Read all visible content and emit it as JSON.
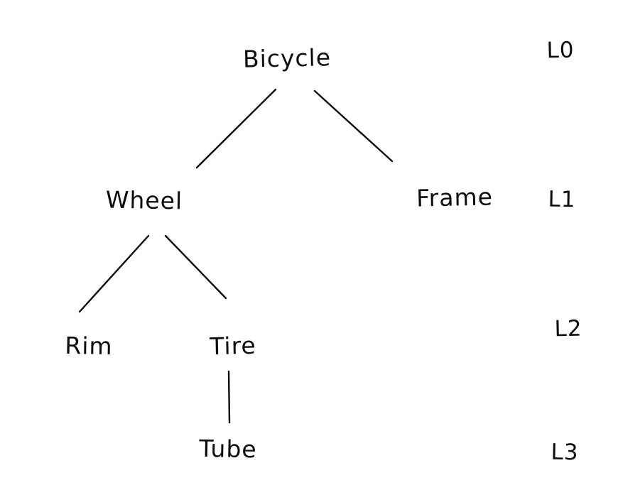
{
  "diagram": {
    "type": "tree",
    "background_color": "#ffffff",
    "stroke_color": "#0d0d0d",
    "nodes": {
      "bicycle": {
        "label": "Bicycle",
        "level": "L0",
        "parent": null
      },
      "wheel": {
        "label": "Wheel",
        "level": "L1",
        "parent": "Bicycle"
      },
      "frame": {
        "label": "Frame",
        "level": "L1",
        "parent": "Bicycle"
      },
      "rim": {
        "label": "Rim",
        "level": "L2",
        "parent": "Wheel"
      },
      "tire": {
        "label": "Tire",
        "level": "L2",
        "parent": "Wheel"
      },
      "tube": {
        "label": "Tube",
        "level": "L3",
        "parent": "Tire"
      }
    },
    "edges": [
      {
        "from": "Bicycle",
        "to": "Wheel"
      },
      {
        "from": "Bicycle",
        "to": "Frame"
      },
      {
        "from": "Wheel",
        "to": "Rim"
      },
      {
        "from": "Wheel",
        "to": "Tire"
      },
      {
        "from": "Tire",
        "to": "Tube"
      }
    ],
    "level_labels": {
      "l0": "L0",
      "l1": "L1",
      "l2": "L2",
      "l3": "L3"
    }
  }
}
